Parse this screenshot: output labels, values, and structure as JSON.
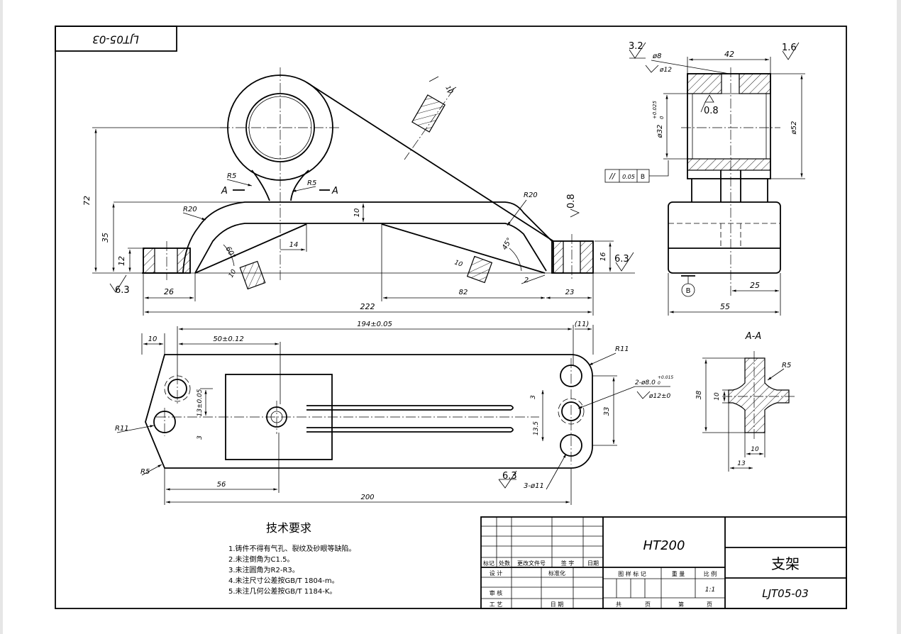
{
  "drawing_code_rotated": "LJT05-03",
  "material": "HT200",
  "part_name": "支架",
  "drawing_number": "LJT05-03",
  "section_label": "A-A",
  "tech_req": {
    "title": "技术要求",
    "items": [
      "1.铸件不得有气孔、裂纹及砂眼等缺陷。",
      "2.未注倒角为C1.5。",
      "3.未注圆角为R2-R3。",
      "4.未注尺寸公差按GB/T 1804-m。",
      "5.未注几何公差按GB/T 1184-K。"
    ]
  },
  "title_block": {
    "row_labels": [
      "标记",
      "处数",
      "更改文件号",
      "签 字",
      "日期"
    ],
    "design": "设 计",
    "standardize": "标准化",
    "review": "审 核",
    "process": "工 艺",
    "date": "日 期",
    "stage_mark": "图 样 标 记",
    "weight": "重 量",
    "scale": "比 例",
    "scale_value": "1:1",
    "total": "共",
    "page": "页",
    "sheet_no": "第",
    "page2": "页"
  },
  "front_view": {
    "dims": {
      "d72": "72",
      "d35": "35",
      "d12": "12",
      "d26": "26",
      "d222": "222",
      "d14": "14",
      "d10": "10",
      "d82": "82",
      "d23": "23",
      "d16": "16",
      "d2": "2",
      "r5a": "R5",
      "r5b": "R5",
      "r20a": "R20",
      "r20b": "R20",
      "ang60": "60°",
      "ang45": "45°",
      "rib10a": "10",
      "rib10b": "10",
      "rib10c": "10"
    },
    "roughness": {
      "left": "6.3",
      "right": "6.3",
      "vert": "0.8"
    },
    "section_marks": {
      "left": "A",
      "right": "A"
    }
  },
  "side_view": {
    "dims": {
      "d42": "42",
      "d52": "ø52",
      "d32": "ø32",
      "d32_tol": "+0.025",
      "d32_tol_low": "0",
      "d8": "ø8",
      "d12": "ø12",
      "d55": "55",
      "d25": "25"
    },
    "roughness": {
      "r32": "3.2",
      "r16": "1.6",
      "r08": "0.8"
    },
    "tolerance": {
      "symbol": "//",
      "value": "0.05",
      "datum": "B"
    },
    "datum_label": "B"
  },
  "top_view": {
    "dims": {
      "d10": "10",
      "d50": "50±0.12",
      "d194": "194±0.05",
      "d11": "(11)",
      "r11a": "R11",
      "r11b": "R11",
      "r5": "R5",
      "d13": "13±0.05",
      "d3a": "3",
      "d3b": "3",
      "d13_5": "13.5",
      "d33": "33",
      "d56": "56",
      "d200": "200",
      "holes2": "2-ø8.0",
      "holes2_tol": "+0.015",
      "holes2_tol_low": "0",
      "cbore": "ø12±0",
      "holes3": "3-ø11"
    },
    "roughness": "6.3"
  },
  "section_view": {
    "dims": {
      "r5": "R5",
      "d38": "38",
      "d10a": "10",
      "d10b": "10",
      "d13": "13"
    }
  }
}
